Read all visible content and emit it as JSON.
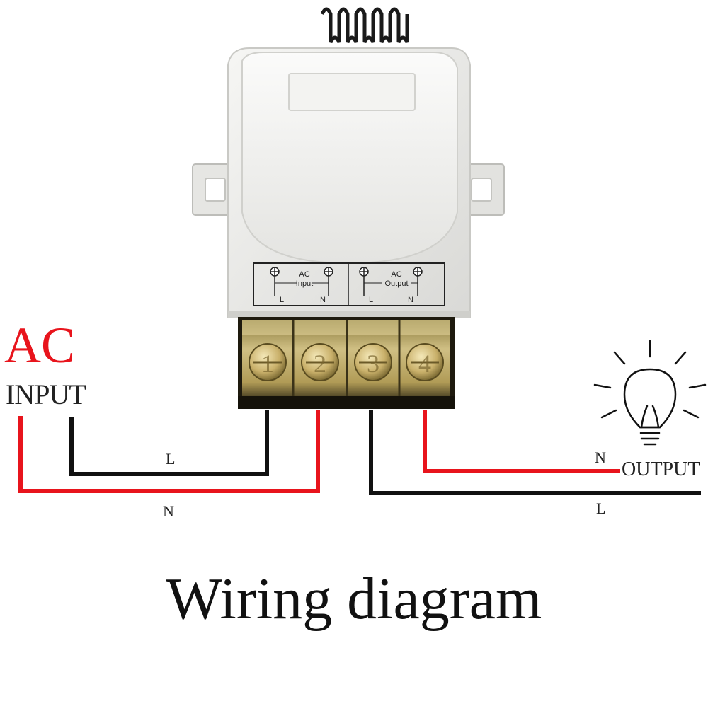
{
  "ac_input": {
    "line1": "AC",
    "line2": "INPUT"
  },
  "output": {
    "label": "OUTPUT"
  },
  "wires": {
    "input_l": "L",
    "input_n": "N",
    "output_n": "N",
    "output_l": "L"
  },
  "terminal_plate": {
    "input_group_top": "AC",
    "input_group_bottom": "Input",
    "output_group_top": "AC",
    "output_group_bottom": "Output",
    "pin_labels": [
      "L",
      "N",
      "L",
      "N"
    ]
  },
  "terminals": [
    "1",
    "2",
    "3",
    "4"
  ],
  "caption": "Wiring diagram",
  "colors": {
    "live_wire": "#111111",
    "neutral_wire": "#e8141c",
    "ac_label": "#e8141c",
    "case": "#ededeb",
    "terminal_block": "#c8b46a"
  }
}
